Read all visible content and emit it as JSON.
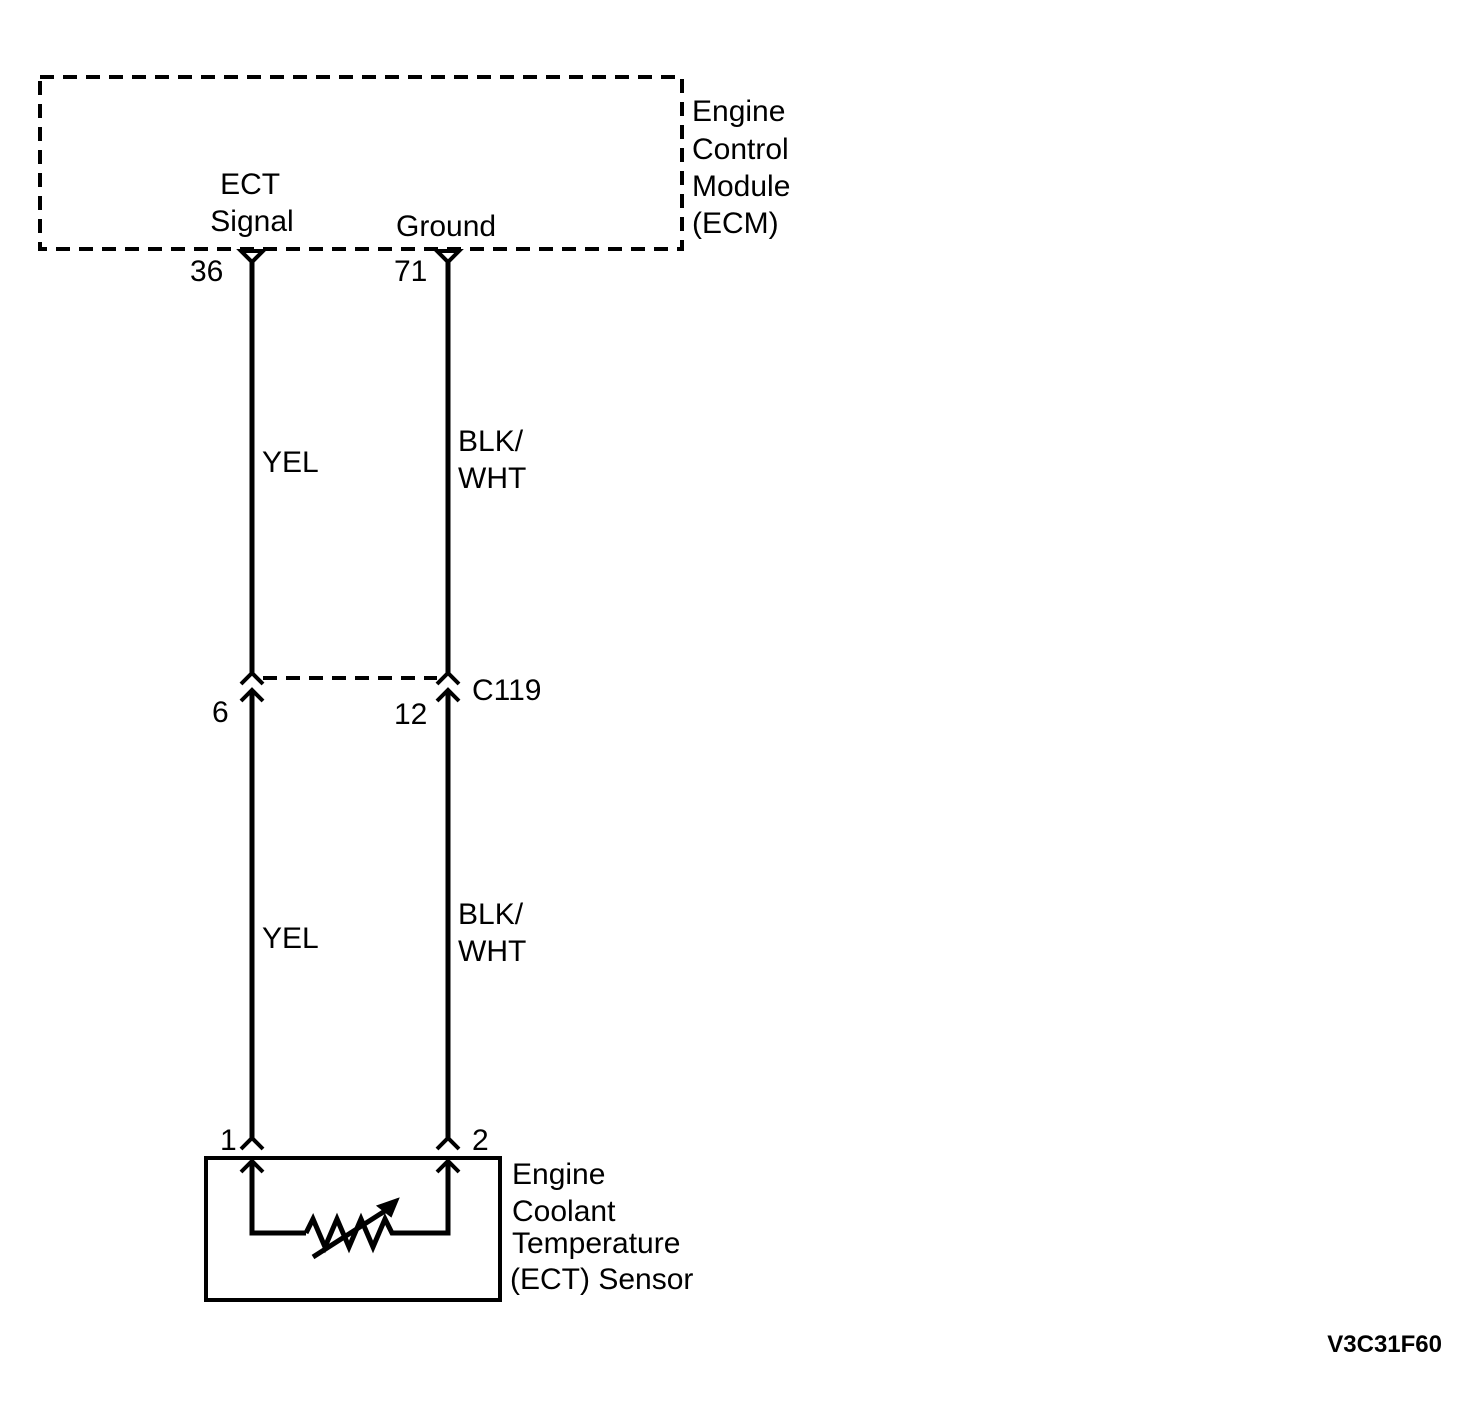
{
  "ecm": {
    "label_lines": [
      "Engine",
      "Control",
      "Module",
      "(ECM)"
    ],
    "ect_signal_lines": [
      "ECT",
      "Signal"
    ],
    "ground_label": "Ground",
    "pin_signal": "36",
    "pin_ground": "71"
  },
  "wires": {
    "upper_left_color": "YEL",
    "upper_right_color_lines": [
      "BLK/",
      "WHT"
    ],
    "lower_left_color": "YEL",
    "lower_right_color_lines": [
      "BLK/",
      "WHT"
    ]
  },
  "connector": {
    "name": "C119",
    "pin_left": "6",
    "pin_right": "12"
  },
  "sensor": {
    "label_lines": [
      "Engine",
      "Coolant",
      "Temperature",
      "(ECT) Sensor"
    ],
    "pin_left": "1",
    "pin_right": "2"
  },
  "figure_code": "V3C31F60"
}
